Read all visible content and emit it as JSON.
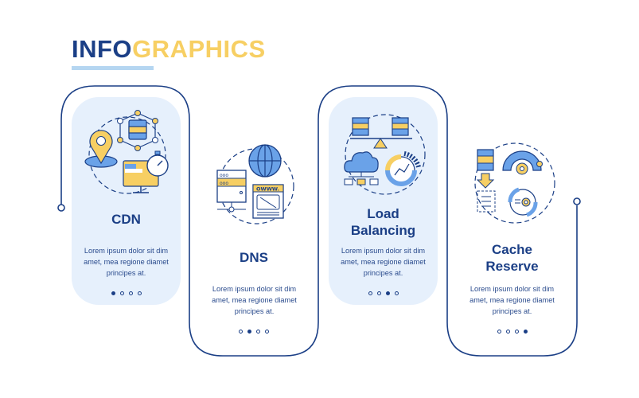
{
  "header": {
    "title_part1": "INFO",
    "title_part2": "GRAPHICS"
  },
  "colors": {
    "navy": "#1B3F86",
    "yellow": "#F7CF63",
    "blue": "#6AA2E8",
    "card_bg": "#E6F0FC",
    "underline": "#B5D6F1"
  },
  "steps": [
    {
      "heading": "CDN",
      "icon": "cdn-icon",
      "body_lines": [
        "Lorem ipsum dolor sit dim",
        "amet, mea regione diamet",
        "principes at."
      ],
      "active_dot": 0
    },
    {
      "heading": "DNS",
      "icon": "dns-icon",
      "body_lines": [
        "Lorem ipsum dolor sit dim",
        "amet, mea regione diamet",
        "principes at."
      ],
      "active_dot": 1
    },
    {
      "heading_lines": [
        "Load",
        "Balancing"
      ],
      "icon": "load-balancing-icon",
      "body_lines": [
        "Lorem ipsum dolor sit dim",
        "amet, mea regione diamet",
        "principes at."
      ],
      "active_dot": 2
    },
    {
      "heading_lines": [
        "Cache",
        "Reserve"
      ],
      "icon": "cache-reserve-icon",
      "body_lines": [
        "Lorem ipsum dolor sit dim",
        "amet, mea regione diamet",
        "principes at."
      ],
      "active_dot": 3
    }
  ]
}
